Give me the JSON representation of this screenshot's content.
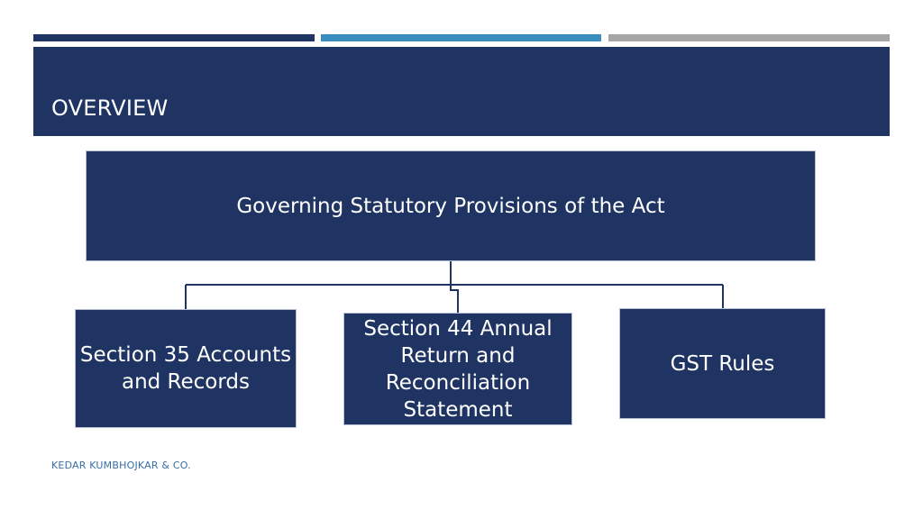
{
  "slide": {
    "title": "OVERVIEW",
    "footer": "KEDAR KUMBHOJKAR & CO."
  },
  "diagram": {
    "root": {
      "label": "Governing Statutory Provisions of the Act"
    },
    "children": [
      {
        "label": "Section 35 Accounts and Records"
      },
      {
        "label": "Section 44 Annual Return and Reconciliation Statement"
      },
      {
        "label": "GST Rules"
      }
    ]
  },
  "colors": {
    "navy": "#1f3462",
    "accent_blue": "#3a8dbf",
    "accent_gray": "#a6a6a6",
    "footer_text": "#3a6ea5"
  }
}
